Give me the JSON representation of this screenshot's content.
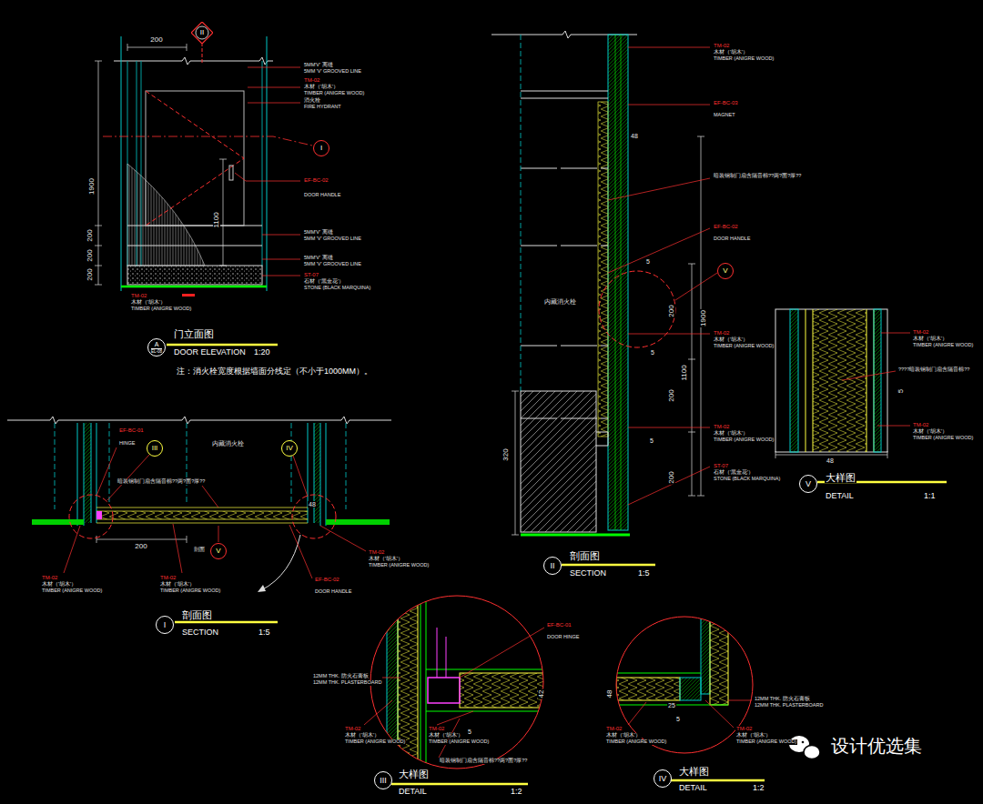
{
  "diagram": {
    "nodes": [
      {
        "text": [
          "II"
        ]
      },
      {
        "text": [
          "I"
        ]
      },
      {
        "text": [
          "A",
          "EL-08"
        ]
      },
      {
        "text": [
          "III"
        ]
      },
      {
        "text": [
          "IV"
        ]
      },
      {
        "text": [
          "V"
        ]
      },
      {
        "text": [
          "I"
        ]
      },
      {
        "text": [
          "V"
        ]
      },
      {
        "text": [
          "II"
        ]
      },
      {
        "text": [
          "V"
        ]
      },
      {
        "text": [
          "III"
        ]
      },
      {
        "text": [
          "IV"
        ]
      }
    ],
    "labels": [
      "200",
      "1900",
      "200",
      "200",
      "200",
      "1100",
      "5MM'V' 离缝",
      "5MM 'V' GROOVED LINE",
      "TM-02",
      "木材（'胡木'）",
      "TIMBER (ANIGRE WOOD)",
      "消火栓",
      "FIRE HYDRANT",
      "EF-BC-02",
      "DOOR HANDLE",
      "5MM'V' 离缝",
      "5MM 'V' GROOVED LINE",
      "5MM'V' 离缝",
      "5MM 'V' GROOVED LINE",
      "ST-07",
      "石材（'黑金花'）",
      "STONE (BLACK MARQUINA)",
      "TM-02",
      "木材（'胡木'）",
      "TIMBER (ANIGRE WOOD)",
      "门立面图",
      "DOOR ELEVATION",
      "1:20",
      "注：消火栓宽度根据墙面分线定（不小于1000MM）。",
      "EF-BC-01",
      "HINGE",
      "内藏消火栓",
      "暗装钢制门扇含隔音棉??两?面?厚??",
      "48",
      "200",
      "剖面",
      "TM-02",
      "木材（'胡木'）",
      "TIMBER (ANIGRE WOOD)",
      "TM-02",
      "木材（'胡木'）",
      "TIMBER (ANIGRE WOOD)",
      "TM-02",
      "木材（'胡木'）",
      "TIMBER (ANIGRE WOOD)",
      "EF-BC-02",
      "DOOR HANDLE",
      "剖面图",
      "SECTION",
      "1:5",
      "TM-02",
      "木材（'胡木'）",
      "TIMBER (ANIGRE WOOD)",
      "EF-BC-03",
      "MAGNET",
      "48",
      "暗装钢制门扇含隔音棉??两?面?厚??",
      "EF-BC-02",
      "DOOR HANDLE",
      "内藏消火栓",
      "5",
      "200",
      "5",
      "1100",
      "1900",
      "200",
      "5",
      "200",
      "320",
      "TM-02",
      "木材（'胡木'）",
      "TIMBER (ANIGRE WOOD)",
      "TM-02",
      "木材（'胡木'）",
      "TIMBER (ANIGRE WOOD)",
      "ST-07",
      "石材（'黑金花'）",
      "STONE (BLACK MARQUINA)",
      "剖面图",
      "SECTION",
      "1:5",
      "TM-02",
      "木材（'胡木'）",
      "TIMBER (ANIGRE WOOD)",
      "????暗装钢制门扇含隔音棉??",
      "5",
      "TM-02",
      "木材（'胡木'）",
      "TIMBER (ANIGRE WOOD)",
      "48",
      "大样图",
      "DETAIL",
      "1:1",
      "EF-BC-01",
      "DOOR HINGE",
      "12MM THK. 防火石膏板",
      "12MM THK. PLASTERBOARD",
      "42",
      "5",
      "TM-02",
      "木材（'胡木'）",
      "TIMBER (ANIGRE WOOD)",
      "TM-02",
      "木材（'胡木'）",
      "TIMBER (ANIGRE WOOD)",
      "暗装钢制门扇含隔音棉??两?面?厚??",
      "大样图",
      "DETAIL",
      "1:2",
      "48",
      "25",
      "5",
      "12MM THK. 防火石膏板",
      "12MM THK. PLASTERBOARD",
      "TM-02",
      "木材（'胡木'）",
      "TIMBER (ANIGRE WOOD)",
      "TM-02",
      "木材（'胡木'）",
      "TIMBER (ANIGRE WOOD)",
      "大样图",
      "DETAIL",
      "1:2",
      "设计优选集"
    ]
  }
}
